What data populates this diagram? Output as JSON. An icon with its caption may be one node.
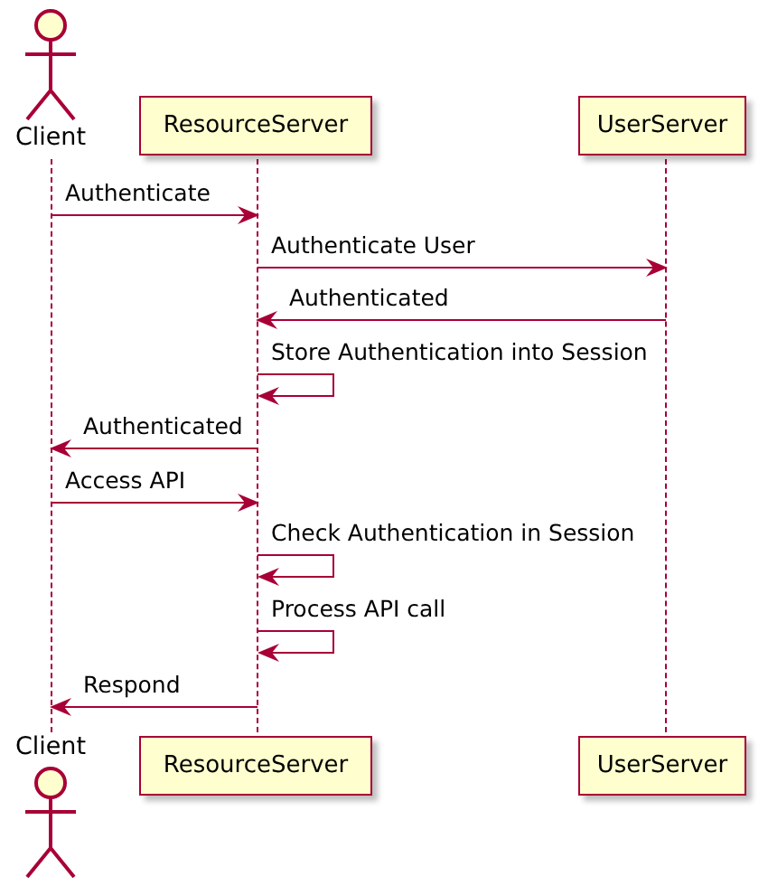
{
  "diagram": {
    "nodes": [
      {
        "text": [
          "Client"
        ]
      },
      {
        "text": [
          "ResourceServer"
        ]
      },
      {
        "text": [
          "UserServer"
        ]
      },
      {
        "text": [],
        "shape": "line"
      },
      {
        "text": [],
        "shape": "line"
      },
      {
        "text": [],
        "shape": "line"
      },
      {
        "text": [
          "Client"
        ]
      },
      {
        "text": [
          "ResourceServer"
        ]
      },
      {
        "text": [
          "UserServer"
        ]
      }
    ],
    "edges": [
      {
        "from": 3,
        "to": 4,
        "arrow": "to",
        "label": "Authenticate"
      },
      {
        "from": 4,
        "to": 5,
        "arrow": "to",
        "label": "Authenticate User"
      },
      {
        "from": 5,
        "to": 4,
        "arrow": "to",
        "label": "Authenticated"
      },
      {
        "from": 4,
        "to": 4,
        "arrow": "to",
        "label": "Store Authentication into Session"
      },
      {
        "from": 4,
        "to": 3,
        "arrow": "to",
        "label": "Authenticated"
      },
      {
        "from": 3,
        "to": 4,
        "arrow": "to",
        "label": "Access API"
      },
      {
        "from": 4,
        "to": 4,
        "arrow": "to",
        "label": "Check Authentication in Session"
      },
      {
        "from": 4,
        "to": 4,
        "arrow": "to",
        "label": "Process API call"
      },
      {
        "from": 4,
        "to": 3,
        "arrow": "to",
        "label": "Respond"
      }
    ]
  }
}
